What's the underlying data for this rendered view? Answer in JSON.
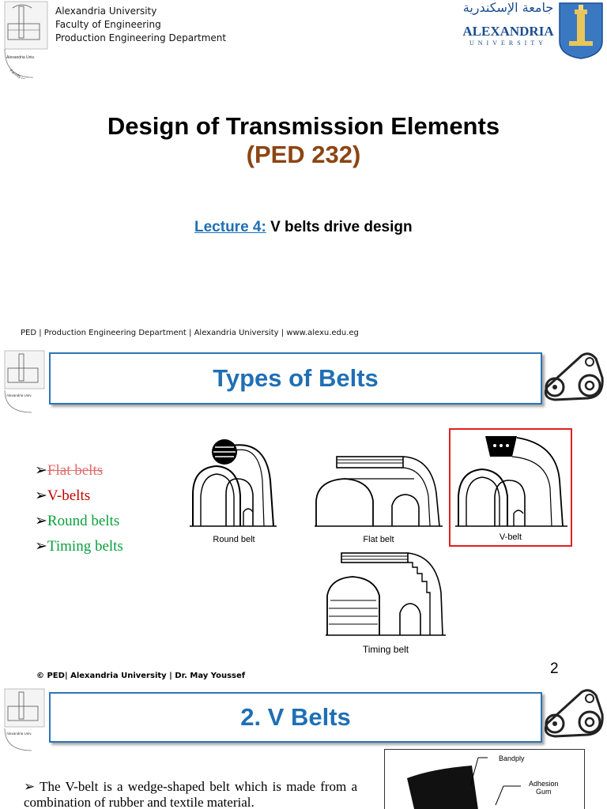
{
  "slide1": {
    "header": {
      "line1": "Alexandria University",
      "line2": "Faculty of Engineering",
      "line3": "Production Engineering Department"
    },
    "logo_right": {
      "arabic": "جامعة الإسكندرية",
      "name": "ALEXANDRIA",
      "sub": "UNIVERSITY"
    },
    "title": "Design of Transmission Elements",
    "code": "(PED 232)",
    "lecture_link": "Lecture 4:",
    "lecture_topic": "V belts drive design",
    "footer": "PED | Production Engineering Department | Alexandria University | www.alexu.edu.eg"
  },
  "slide2": {
    "title": "Types of Belts",
    "bullets": [
      "Flat belts",
      "V-belts",
      "Round belts",
      "Timing belts"
    ],
    "bullet_mark": "➢",
    "captions": {
      "round": "Round belt",
      "flat": "Flat belt",
      "v": "V-belt",
      "timing": "Timing belt"
    },
    "footer": "© PED| Alexandria University | Dr. May Youssef",
    "page_number": "2"
  },
  "slide3": {
    "title": "2. V Belts",
    "paragraph": "The V-belt is a wedge-shaped belt which is made from a combination of rubber and textile material.",
    "diagram_labels": {
      "bandply": "Bandply",
      "adhesion1": "Adhesion",
      "adhesion2": "Gum"
    }
  },
  "colors": {
    "accent_blue": "#1f6fb5",
    "code_brown": "#8b4513",
    "strike_pink": "#e06c6c",
    "vbelt_red": "#c00000",
    "green": "#0aa03c",
    "highlight_border": "#e02020"
  }
}
